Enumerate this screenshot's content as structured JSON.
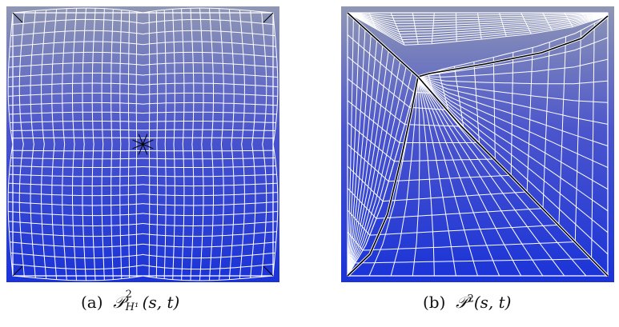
{
  "figure": {
    "panels": [
      {
        "caption": {
          "tag": "(a)",
          "map_symbol": "𝒫",
          "superscript": "2",
          "subscript": "H¹",
          "args": "(s, t)"
        }
      },
      {
        "caption": {
          "tag": "(b)",
          "map_symbol": "𝒫",
          "superscript": "2",
          "args": "(s, t)"
        }
      }
    ]
  },
  "colors": {
    "gradient_top": "#9097b4",
    "gradient_mid": "#4b55cc",
    "gradient_bottom": "#1a33d8",
    "mesh_line": "#ffffff",
    "seam_line": "#000000"
  }
}
